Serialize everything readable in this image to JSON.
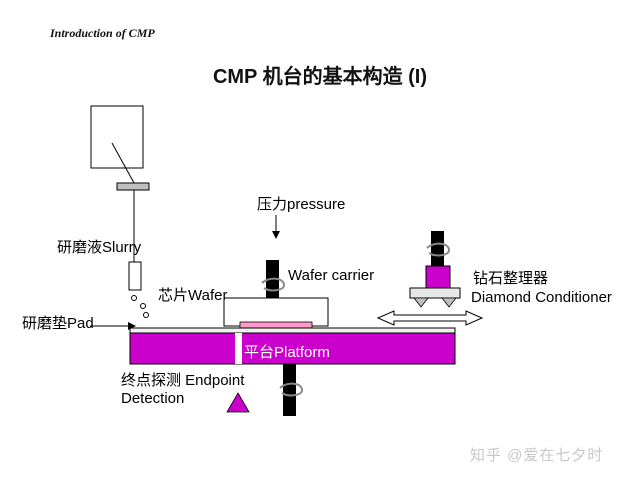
{
  "header": {
    "subtitle": "Introduction of CMP",
    "title": "CMP 机台的基本构造 (I)"
  },
  "labels": {
    "pressure": "压力pressure",
    "slurry": "研磨液Slurry",
    "wafer_carrier": "Wafer carrier",
    "wafer": "芯片Wafer",
    "pad": "研磨垫Pad",
    "diamond_cn": "钻石整理器",
    "diamond_en": "Diamond Conditioner",
    "platform": "平台Platform",
    "endpoint_1": "终点探测 Endpoint",
    "endpoint_2": "Detection"
  },
  "watermark": "知乎 @爱在七夕时",
  "colors": {
    "magenta": "#cc00cc",
    "pink": "#ff99cc",
    "black": "#000000",
    "light_gray": "#f0f0f0"
  }
}
